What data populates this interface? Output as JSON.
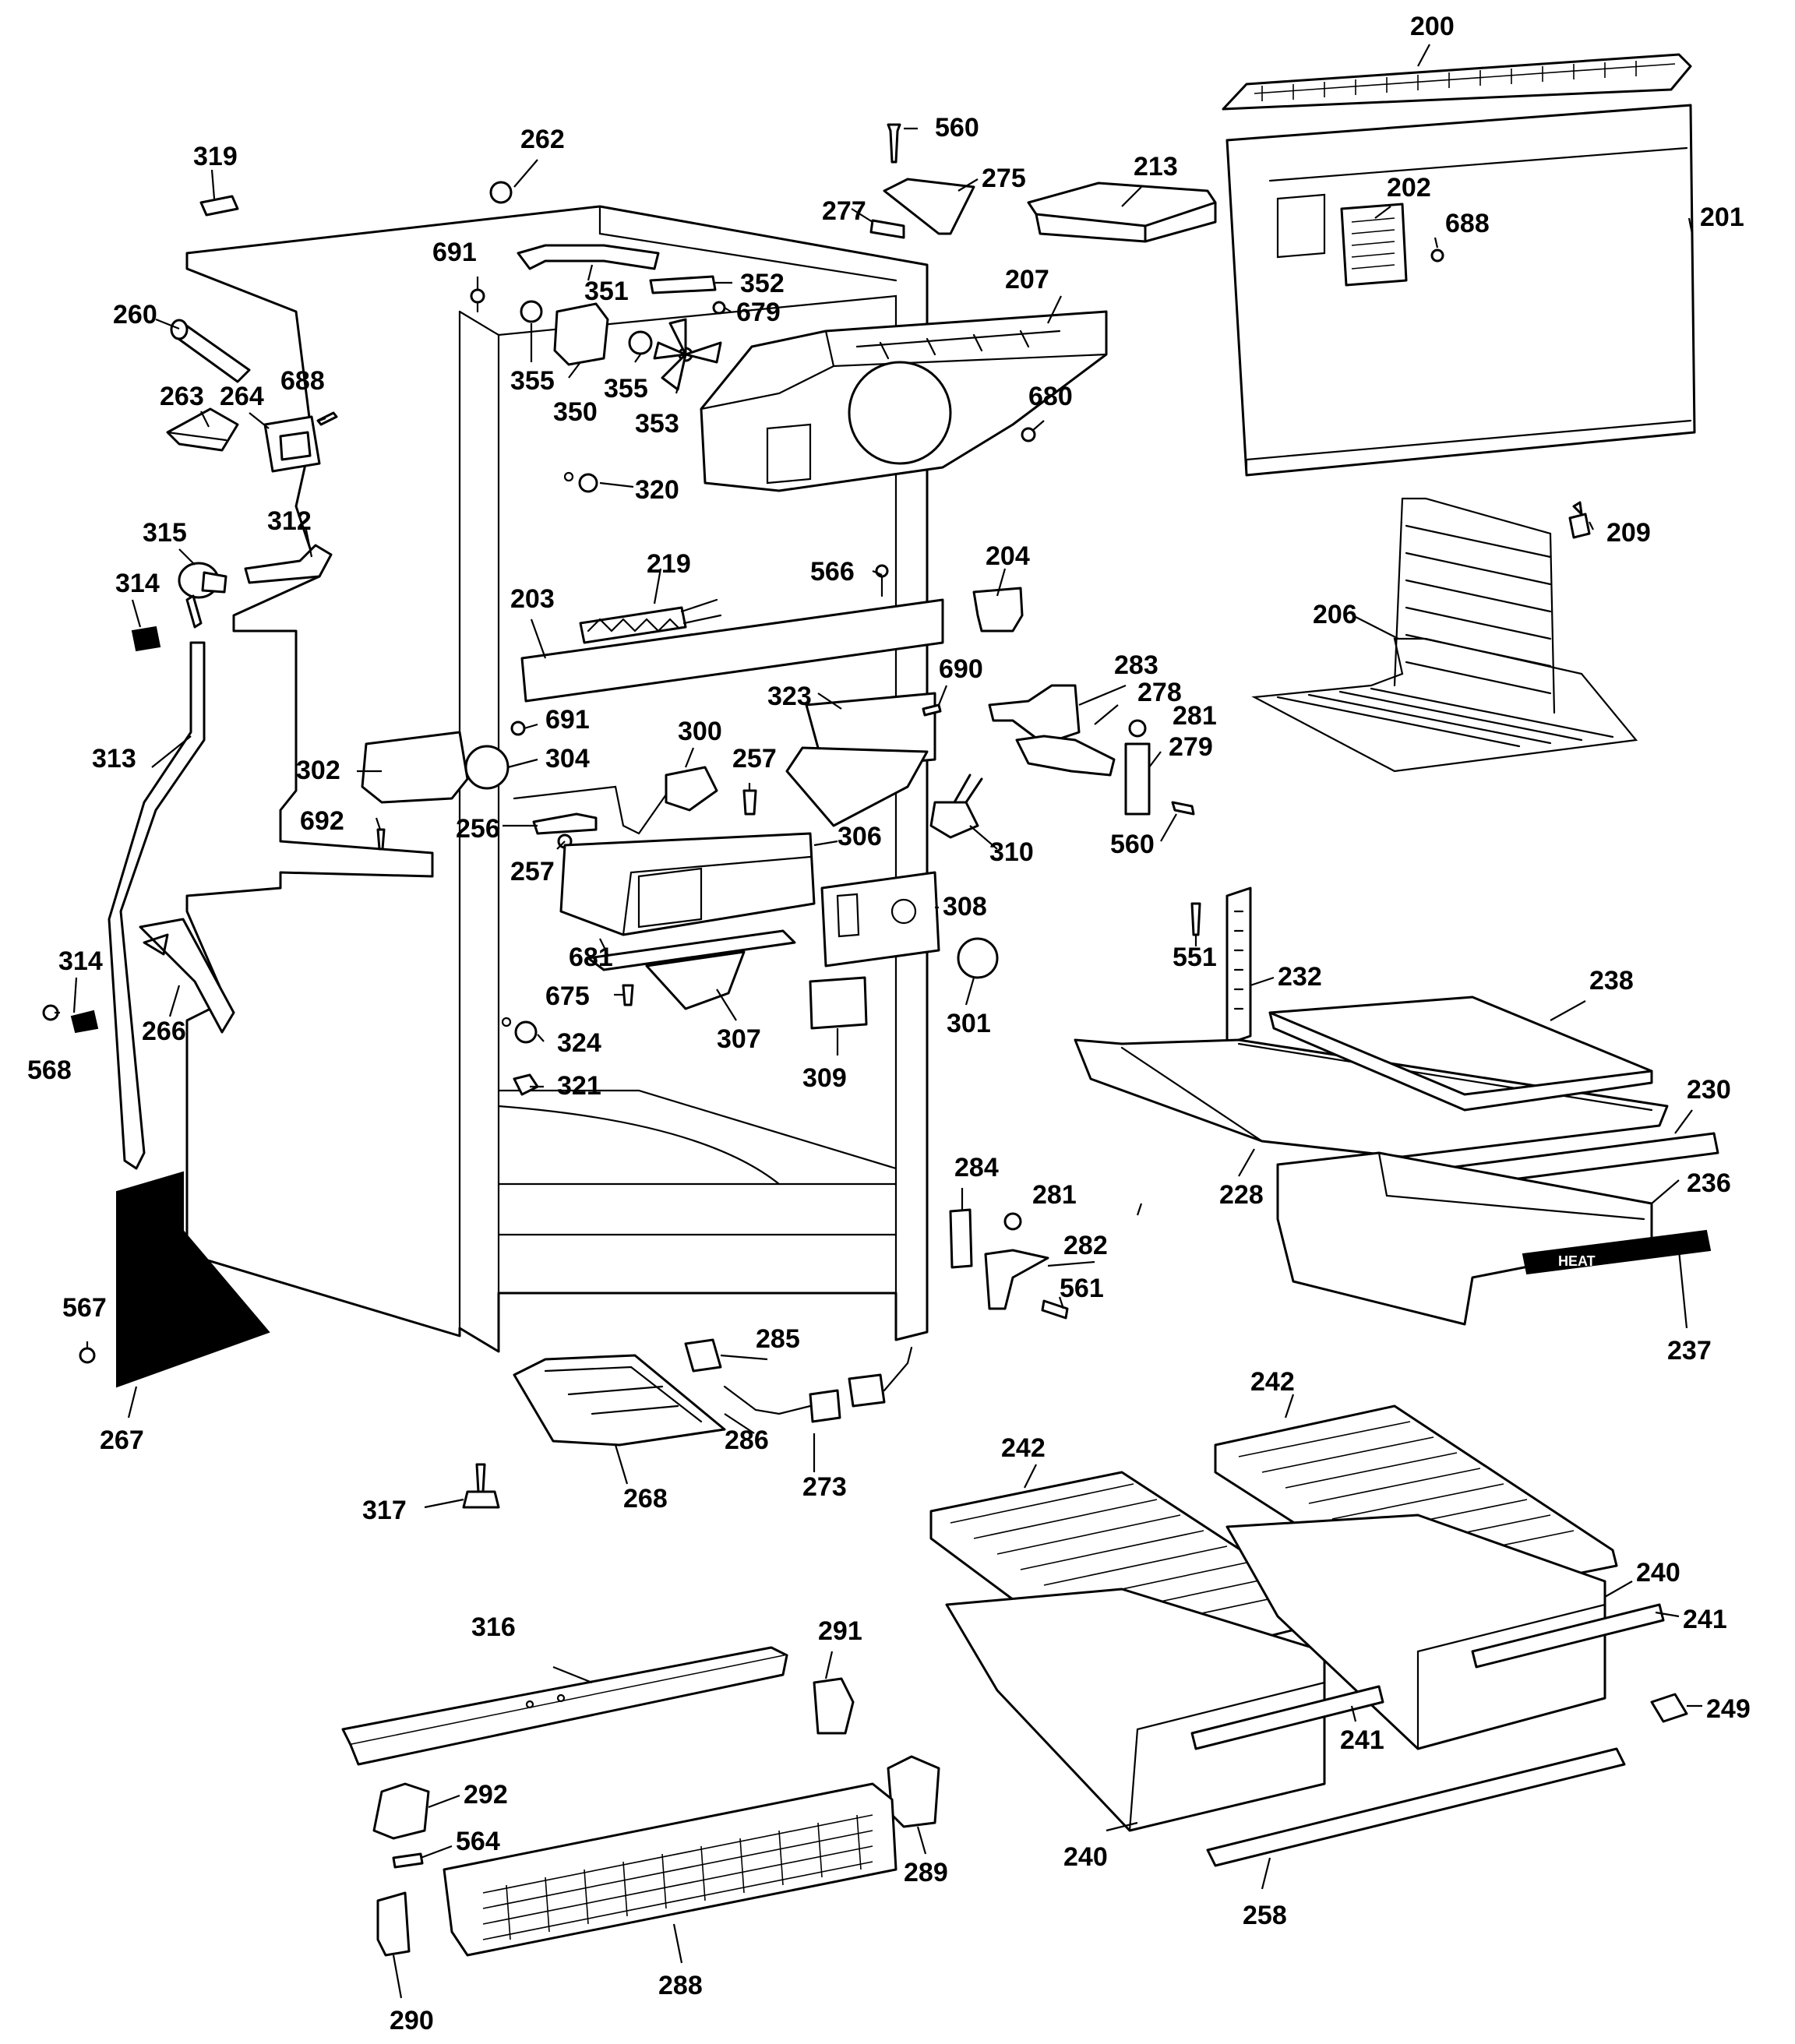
{
  "callouts": {
    "p200": "200",
    "p201": "201",
    "p202": "202",
    "p203": "203",
    "p204": "204",
    "p206": "206",
    "p207": "207",
    "p209": "209",
    "p213": "213",
    "p219": "219",
    "p228": "228",
    "p230": "230",
    "p232": "232",
    "p236": "236",
    "p237": "237",
    "p238": "238",
    "p240a": "240",
    "p240b": "240",
    "p241a": "241",
    "p241b": "241",
    "p242a": "242",
    "p242b": "242",
    "p249": "249",
    "p256": "256",
    "p257a": "257",
    "p257b": "257",
    "p258": "258",
    "p260": "260",
    "p262": "262",
    "p263": "263",
    "p264": "264",
    "p266": "266",
    "p267": "267",
    "p268": "268",
    "p273": "273",
    "p275": "275",
    "p277": "277",
    "p278": "278",
    "p279": "279",
    "p281a": "281",
    "p281b": "281",
    "p282": "282",
    "p283": "283",
    "p284": "284",
    "p285": "285",
    "p286": "286",
    "p288": "288",
    "p289": "289",
    "p290": "290",
    "p291": "291",
    "p292": "292",
    "p300": "300",
    "p301": "301",
    "p302": "302",
    "p304": "304",
    "p306": "306",
    "p307": "307",
    "p308": "308",
    "p309": "309",
    "p310": "310",
    "p312": "312",
    "p313": "313",
    "p314a": "314",
    "p314b": "314",
    "p315": "315",
    "p316": "316",
    "p317": "317",
    "p319": "319",
    "p320": "320",
    "p321": "321",
    "p323": "323",
    "p324": "324",
    "p350": "350",
    "p351": "351",
    "p352": "352",
    "p353": "353",
    "p355a": "355",
    "p355b": "355",
    "p551": "551",
    "p560a": "560",
    "p560b": "560",
    "p561": "561",
    "p564": "564",
    "p566": "566",
    "p567": "567",
    "p568": "568",
    "p675": "675",
    "p679": "679",
    "p680": "680",
    "p681": "681",
    "p688a": "688",
    "p688b": "688",
    "p690": "690",
    "p691a": "691",
    "p691b": "691",
    "p692": "692"
  },
  "drawer_badge": "HEAT"
}
